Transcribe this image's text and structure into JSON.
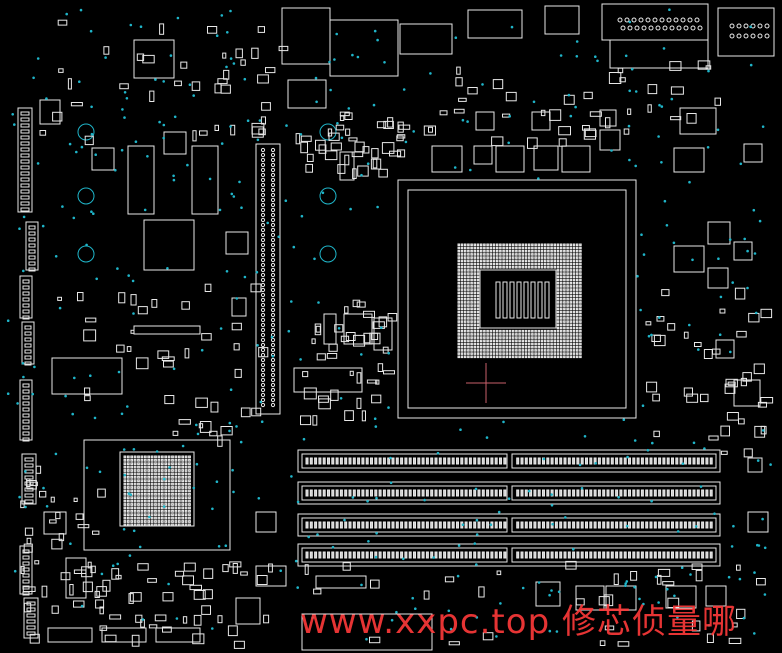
{
  "viewer": {
    "title": "",
    "background_color": "#000000",
    "outline_color": "#e8e8e8",
    "via_color": "#1fb5c9",
    "cursor_color": "#c9606a"
  },
  "board": {
    "components": [
      {
        "kind": "cpu-socket",
        "name": "cpu-socket"
      },
      {
        "kind": "chipset",
        "name": "chipset-bga"
      },
      {
        "kind": "dimm-slot",
        "name": "dimm-slot-1"
      },
      {
        "kind": "dimm-slot",
        "name": "dimm-slot-2"
      },
      {
        "kind": "dimm-slot",
        "name": "dimm-slot-3"
      },
      {
        "kind": "dimm-slot",
        "name": "dimm-slot-4"
      },
      {
        "kind": "pcie-slot",
        "name": "pcie-slot"
      },
      {
        "kind": "io-connectors",
        "name": "rear-io-connectors"
      }
    ]
  },
  "watermark": {
    "text": "www.xxpc.top 修芯侦量哪",
    "color": "#ff3a3a"
  }
}
